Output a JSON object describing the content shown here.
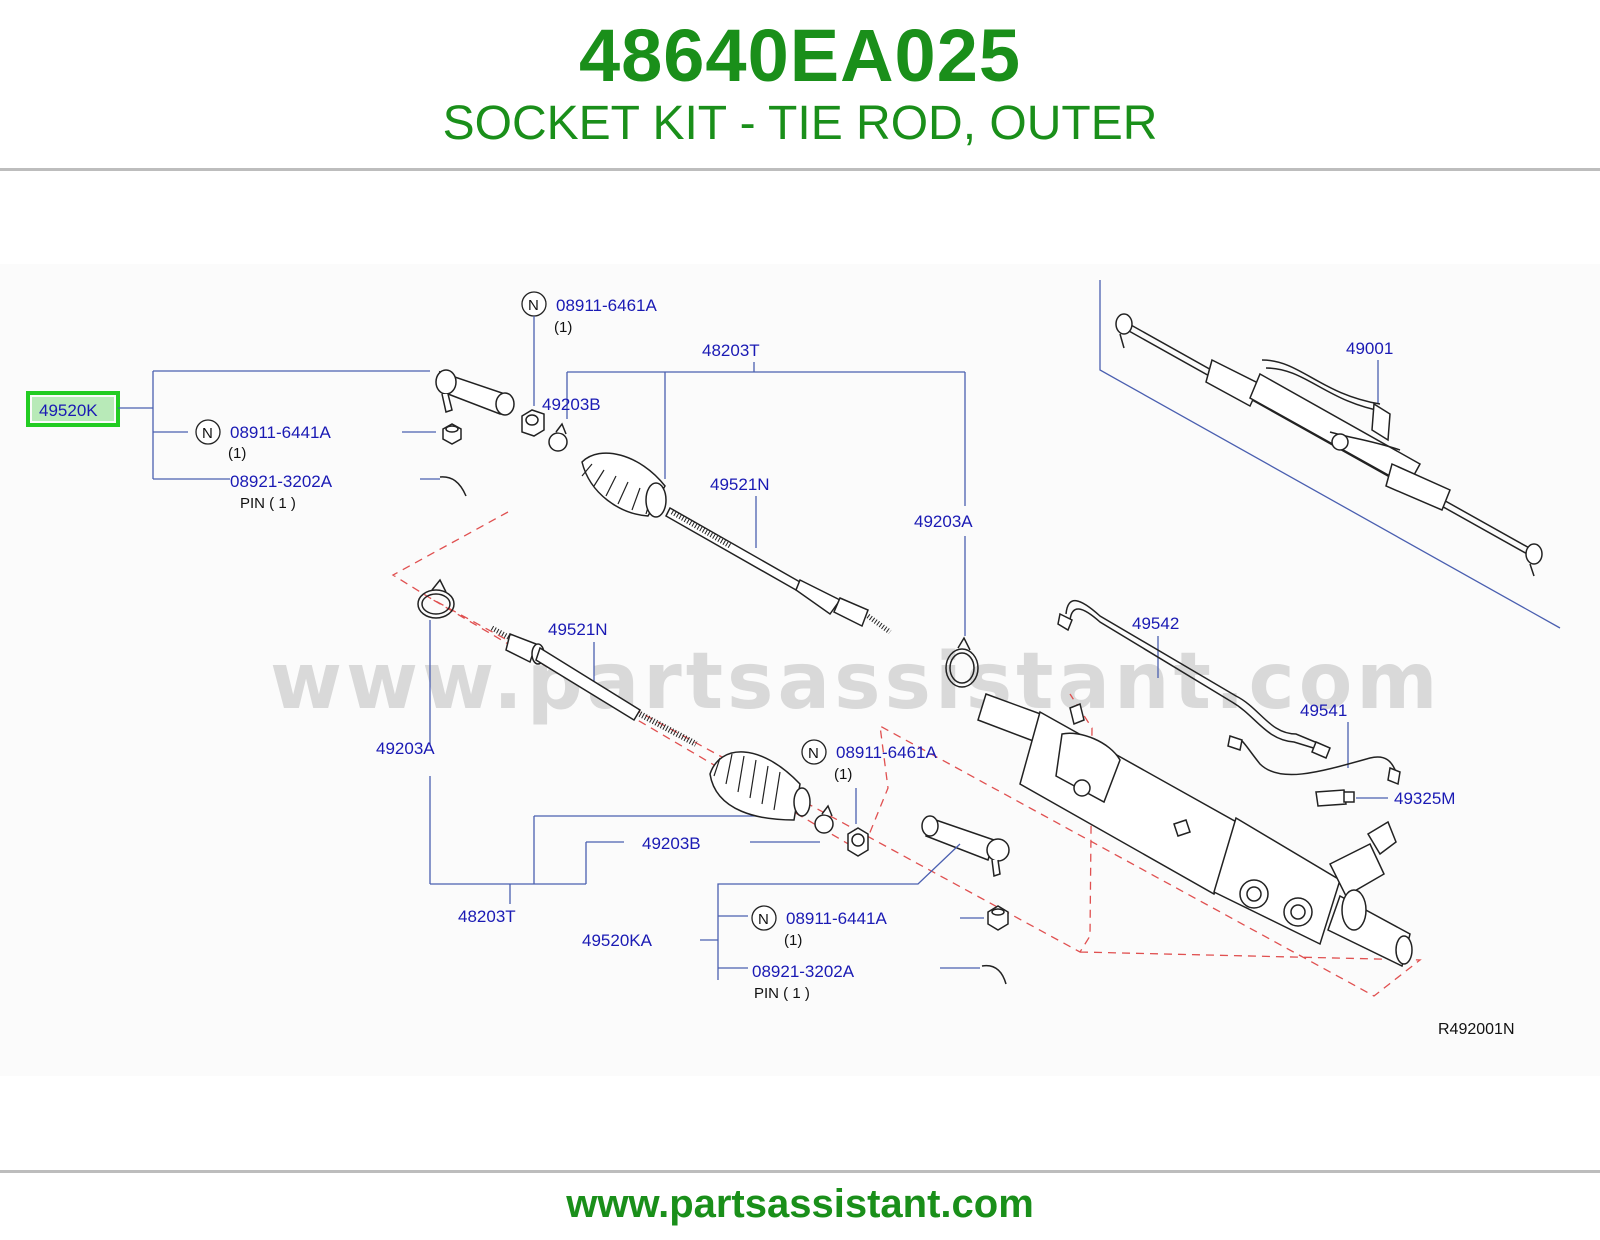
{
  "header": {
    "part_number": "48640EA025",
    "part_name": "SOCKET KIT - TIE ROD, OUTER"
  },
  "diagram": {
    "labels": {
      "highlighted": "49520K",
      "nut_upper_left": "08911-6441A",
      "nut_upper_left_qty": "(1)",
      "pin_upper_left": "08921-3202A",
      "pin_upper_left_qty": "PIN  ( 1 )",
      "nut_top": "08911-6461A",
      "nut_top_qty": "(1)",
      "boot_top": "48203T",
      "clamp_top": "49203B",
      "inner_rod_top": "49521N",
      "band_right": "49203A",
      "rack_assembly": "49001",
      "tube_top": "49542",
      "tube_bottom": "49541",
      "fitting": "49325M",
      "inner_rod_bottom": "49521N",
      "band_left": "49203A",
      "nut_bottom": "08911-6461A",
      "nut_bottom_qty": "(1)",
      "clamp_bottom": "49203B",
      "boot_bottom": "48203T",
      "tie_rod_end_bottom": "49520KA",
      "nut_bottom_right": "08911-6441A",
      "nut_bottom_right_qty": "(1)",
      "pin_bottom_right": "08921-3202A",
      "pin_bottom_right_qty": "PIN  ( 1 )",
      "n_badge": "N",
      "ref_code": "R492001N"
    },
    "watermark": "www.partsassistant.com",
    "highlight_color": "#22cc22",
    "label_color": "#1a1ab4"
  },
  "footer": {
    "url": "www.partsassistant.com"
  }
}
